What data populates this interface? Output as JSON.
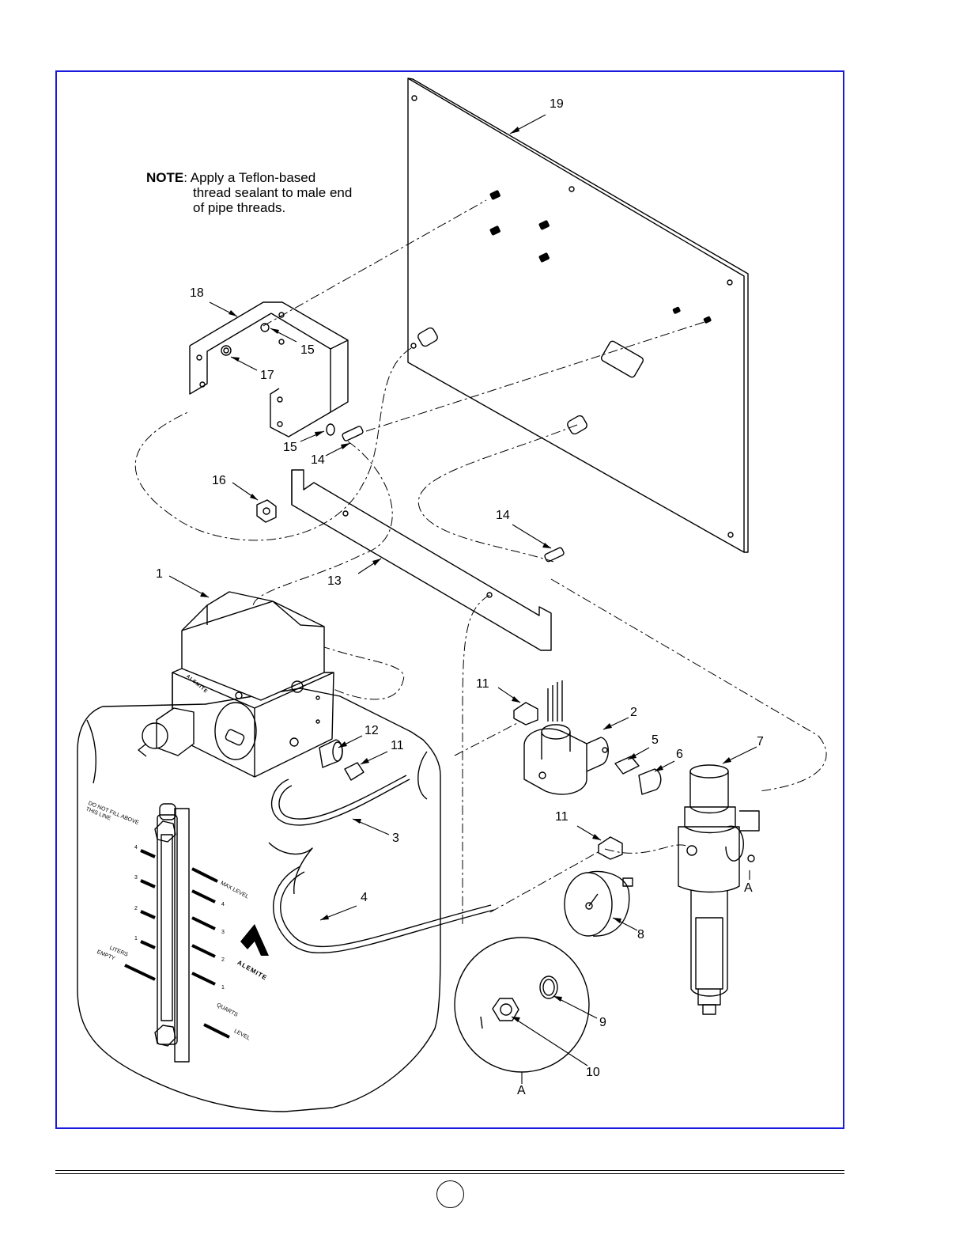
{
  "note": {
    "prefix": "NOTE",
    "line1": ": Apply a Teflon-based",
    "line2": "thread sealant to male end",
    "line3": "of pipe threads."
  },
  "callouts": {
    "c1": "1",
    "c2": "2",
    "c3": "3",
    "c4": "4",
    "c5": "5",
    "c6": "6",
    "c7": "7",
    "c8": "8",
    "c9": "9",
    "c10": "10",
    "c11a": "11",
    "c11b": "11",
    "c11c": "11",
    "c12": "12",
    "c13": "13",
    "c14a": "14",
    "c14b": "14",
    "c15a": "15",
    "c15b": "15",
    "c16": "16",
    "c17": "17",
    "c18": "18",
    "c19": "19",
    "detail_a1": "A",
    "detail_a2": "A"
  },
  "reservoir": {
    "brand": "ALEMITE",
    "warning": "DO NOT FILL ABOVE THIS LINE",
    "liters": "LITERS",
    "empty": "EMPTY",
    "max_level": "MAX LEVEL",
    "quarts": "QUARTS",
    "level": "LEVEL",
    "liter_marks": [
      "4",
      "3",
      "2",
      "1"
    ],
    "quart_marks": [
      "4",
      "3",
      "2",
      "1"
    ]
  },
  "colors": {
    "frame": "#1a1adc",
    "ink": "#000000"
  }
}
